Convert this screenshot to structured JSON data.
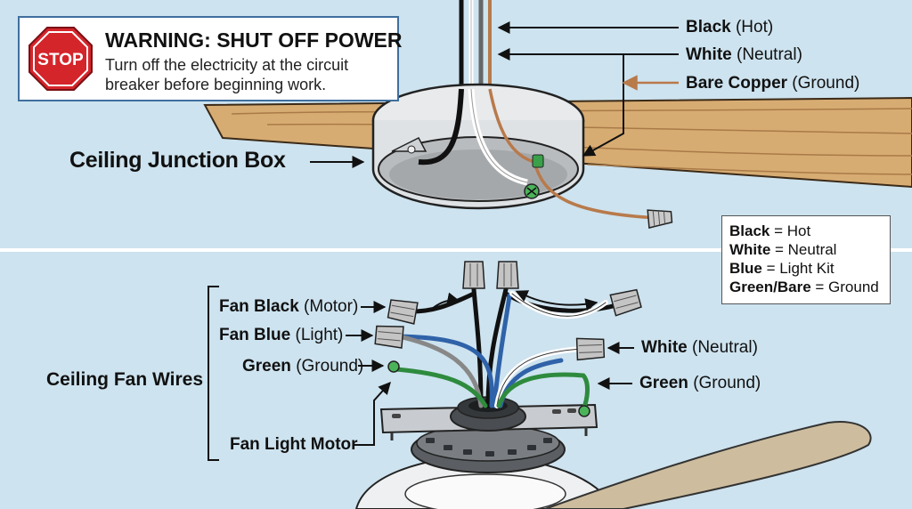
{
  "warning": {
    "stop_text": "STOP",
    "title": "WARNING: SHUT OFF POWER",
    "body": "Turn off the electricity at the circuit breaker before beginning work."
  },
  "top_labels": {
    "black_bold": "Black",
    "black_rest": " (Hot)",
    "white_bold": "White",
    "white_rest": " (Neutral)",
    "copper_bold": "Bare Copper",
    "copper_rest": " (Ground)",
    "junction_box": "Ceiling Junction Box"
  },
  "fan_labels": {
    "fan_wires": "Ceiling Fan Wires",
    "fan_black_bold": "Fan Black",
    "fan_black_rest": " (Motor)",
    "fan_blue_bold": "Fan Blue",
    "fan_blue_rest": " (Light)",
    "green_bold": "Green",
    "green_rest": " (Ground)",
    "light_motor": "Fan Light Motor",
    "white_neutral_bold": "White",
    "white_neutral_rest": " (Neutral)",
    "green_right_bold": "Green",
    "green_right_rest": " (Ground)"
  },
  "legend": [
    {
      "term": "Black",
      "meaning": " = Hot"
    },
    {
      "term": "White",
      "meaning": " = Neutral"
    },
    {
      "term": "Blue",
      "meaning": " = Light Kit"
    },
    {
      "term": "Green/Bare",
      "meaning": " = Ground"
    }
  ],
  "colors": {
    "background": "#cde3ef",
    "stop_red": "#d4252b",
    "wood": "#d7ac72",
    "copper": "#b87a4b",
    "fan_blue": "#2f62a8",
    "ground_green": "#2e8b3e"
  }
}
